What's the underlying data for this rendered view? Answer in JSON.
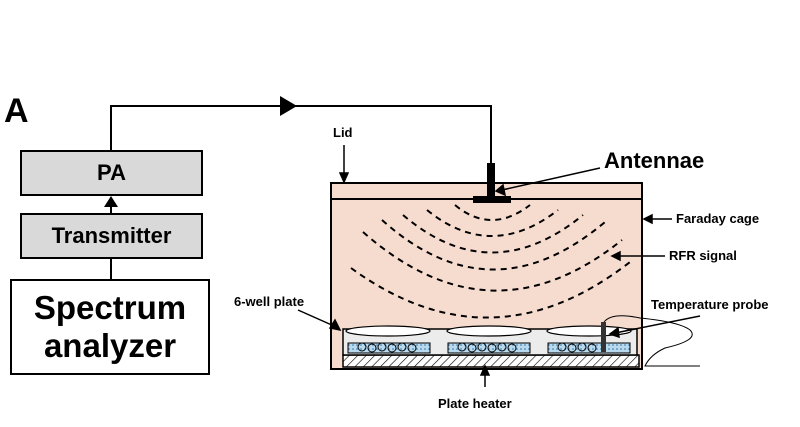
{
  "panel_label": "A",
  "blocks": {
    "pa": "PA",
    "transmitter": "Transmitter",
    "spectrum_analyzer": [
      "Spectrum",
      "analyzer"
    ]
  },
  "labels": {
    "lid": "Lid",
    "antennae": "Antennae",
    "faraday_cage": "Faraday cage",
    "rfr_signal": "RFR signal",
    "six_well_plate": "6-well plate",
    "temperature_probe": "Temperature probe",
    "plate_heater": "Plate heater"
  },
  "colors": {
    "cage_fill": "#f6dccf",
    "block_fill": "#d9d9d9",
    "plate_blue": "#7fb3d8",
    "outline": "#000000"
  }
}
